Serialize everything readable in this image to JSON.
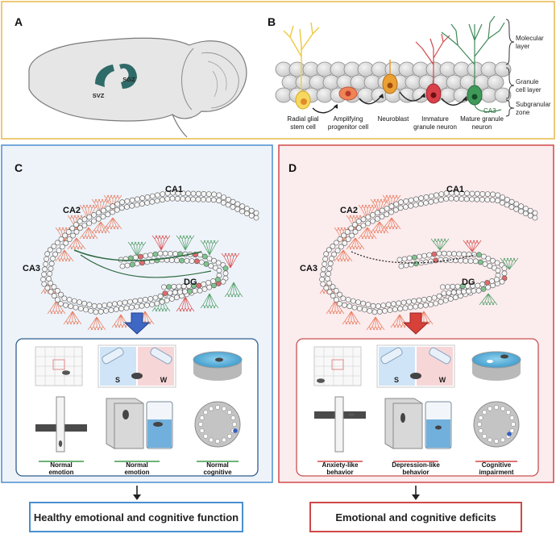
{
  "colors": {
    "top_border": "#e8b84a",
    "healthy_border": "#4a8fd0",
    "healthy_bg": "#eef3fa",
    "deficit_border": "#d04848",
    "deficit_bg": "#fbecee",
    "neuron_green": "#3f8a5a",
    "neuron_orange": "#e8785a",
    "brain_region": "#2f6b68"
  },
  "panelA": {
    "label": "A",
    "regions": [
      "SVZ",
      "SGZ"
    ]
  },
  "panelB": {
    "label": "B",
    "layers": [
      "Molecular",
      "layer",
      "Granule",
      "cell layer",
      "Subgranular",
      "zone"
    ],
    "cells": [
      [
        "Radial glial",
        "stem cell"
      ],
      [
        "Amplifying",
        "progenitor cell"
      ],
      [
        "Neuroblast"
      ],
      [
        "Immature",
        "granule neuron"
      ],
      [
        "Mature granule",
        "neuron"
      ]
    ],
    "ca3": "CA3"
  },
  "panelC": {
    "label": "C",
    "regions": [
      "CA1",
      "CA2",
      "CA3",
      "DG"
    ],
    "sucrose_left": "S",
    "sucrose_right": "W",
    "captions": [
      [
        "Normal",
        "emotion"
      ],
      [
        "Normal",
        "emotion"
      ],
      [
        "Normal",
        "cognitive"
      ]
    ],
    "outcome": "Healthy emotional and cognitive function"
  },
  "panelD": {
    "label": "D",
    "regions": [
      "CA1",
      "CA2",
      "CA3",
      "DG"
    ],
    "sucrose_left": "S",
    "sucrose_right": "W",
    "captions": [
      [
        "Anxiety-like",
        "behavior"
      ],
      [
        "Depression-like",
        "behavior"
      ],
      [
        "Cognitive",
        "impairment"
      ]
    ],
    "outcome": "Emotional and cognitive deficits"
  },
  "icons": [
    "brain-icon",
    "neuron-icon",
    "hippocampus-icon",
    "down-arrow-icon",
    "open-field-icon",
    "sucrose-preference-icon",
    "water-maze-icon",
    "elevated-plus-maze-icon",
    "tail-suspension-icon",
    "forced-swim-icon",
    "barnes-maze-icon",
    "mouse-icon"
  ]
}
